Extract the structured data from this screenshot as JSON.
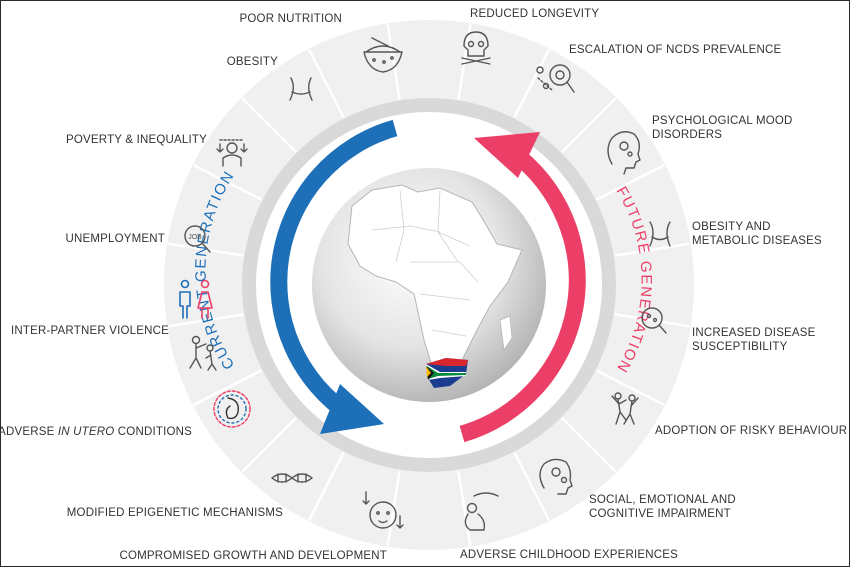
{
  "colors": {
    "current_arrow": "#1d6fb8",
    "future_arrow": "#ec3f67",
    "ring": "#f0f0f0",
    "inner_ring": "#d9d9d9",
    "text": "#333333",
    "icon": "#555555"
  },
  "arcs": {
    "current": "CURRENT GENERATION",
    "future": "FUTURE GENERATION"
  },
  "labels": {
    "poor_nutrition": "POOR NUTRITION",
    "obesity": "OBESITY",
    "poverty": "POVERTY & INEQUALITY",
    "unemployment": "UNEMPLOYMENT",
    "ipv": "INTER-PARTNER VIOLENCE",
    "adverse_a": "ADVERSE ",
    "adverse_b": "IN UTERO",
    "adverse_c": " CONDITIONS",
    "epigenetic": "MODIFIED EPIGENETIC MECHANISMS",
    "growth": "COMPROMISED GROWTH AND DEVELOPMENT",
    "longevity": "REDUCED LONGEVITY",
    "ncds": "ESCALATION OF NCDS PREVALENCE",
    "mood_1": "PSYCHOLOGICAL MOOD",
    "mood_2": "DISORDERS",
    "metab_1": "OBESITY AND",
    "metab_2": "METABOLIC DISEASES",
    "disease_1": "INCREASED DISEASE",
    "disease_2": "SUSCEPTIBILITY",
    "risky": "ADOPTION OF RISKY BEHAVIOUR",
    "social_1": "SOCIAL, EMOTIONAL AND",
    "social_2": "COGNITIVE IMPAIRMENT",
    "childhood": "ADVERSE CHILDHOOD EXPERIENCES"
  },
  "icons": [
    "bowl-icon",
    "waist-icon",
    "poverty-icon",
    "job-search-icon",
    "couple-icon",
    "violence-icon",
    "fetus-icon",
    "dna-icon",
    "baby-icon",
    "skull-icon",
    "magnifier-virus-icon",
    "head-brain-icon",
    "waist-icon",
    "magnifier-disease-icon",
    "dancing-people-icon",
    "head-gears-icon",
    "sad-child-icon"
  ]
}
